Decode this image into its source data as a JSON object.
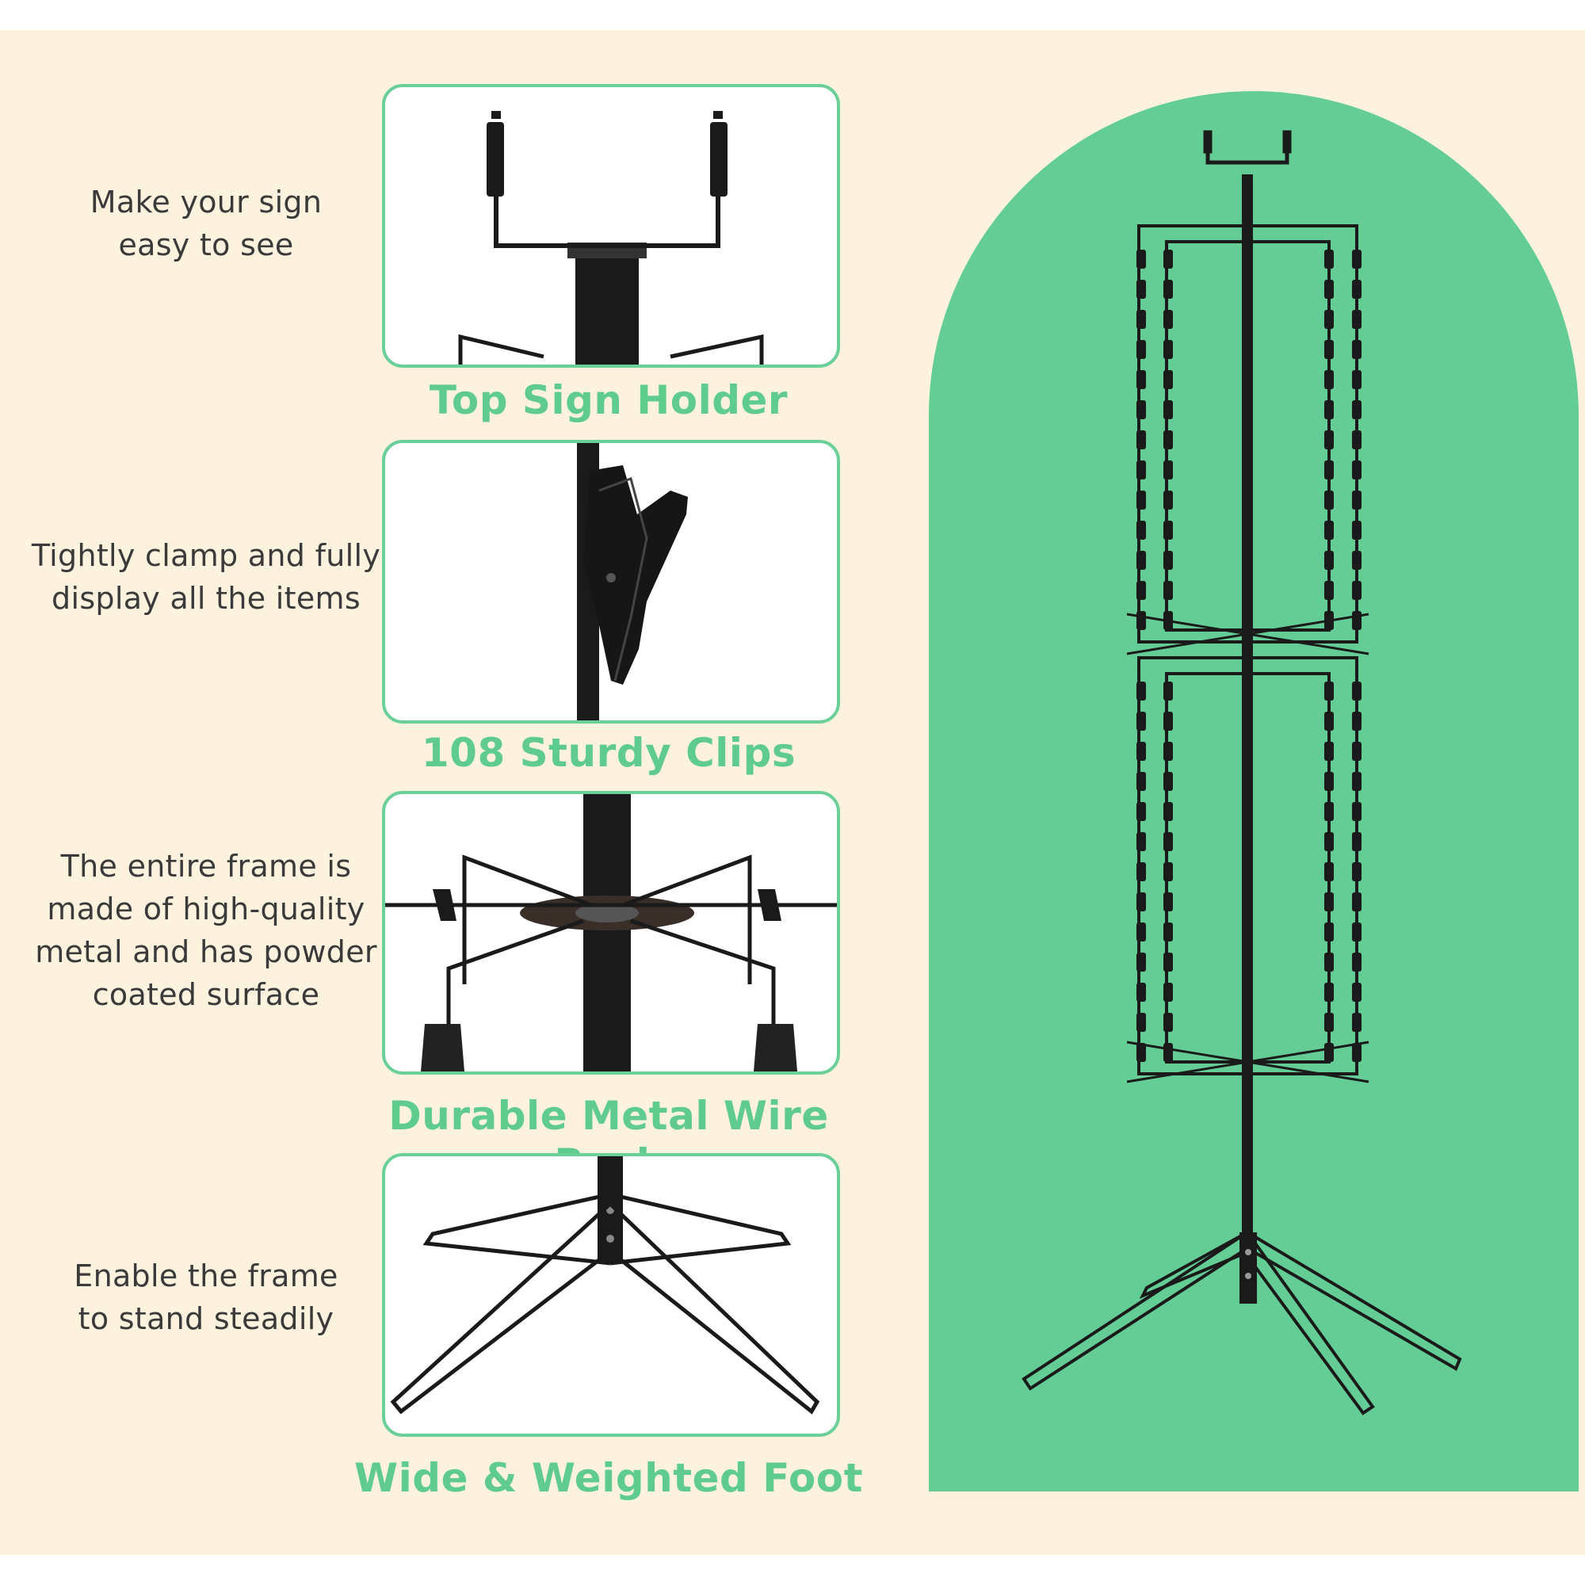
{
  "features": [
    {
      "text_lines": [
        "Make your sign",
        "easy to see"
      ],
      "caption": "Top Sign Holder",
      "icon": "sign-holder-icon"
    },
    {
      "text_lines": [
        "Tightly clamp and fully",
        "display all the items"
      ],
      "caption": "108 Sturdy Clips",
      "icon": "clip-icon"
    },
    {
      "text_lines": [
        "The entire frame is",
        "made of high-quality",
        "metal and has powder",
        "coated surface"
      ],
      "caption": "Durable Metal Wire Rack",
      "icon": "wire-rack-icon"
    },
    {
      "text_lines": [
        "Enable the frame",
        "to stand steadily"
      ],
      "caption": "Wide & Weighted Foot",
      "icon": "foot-base-icon"
    }
  ],
  "colors": {
    "background": "#fcf2de",
    "accent_green": "#64cd96",
    "caption_green": "#5fcc8e",
    "text": "#3a3a3a"
  },
  "product_image": "spinner-rack-icon"
}
